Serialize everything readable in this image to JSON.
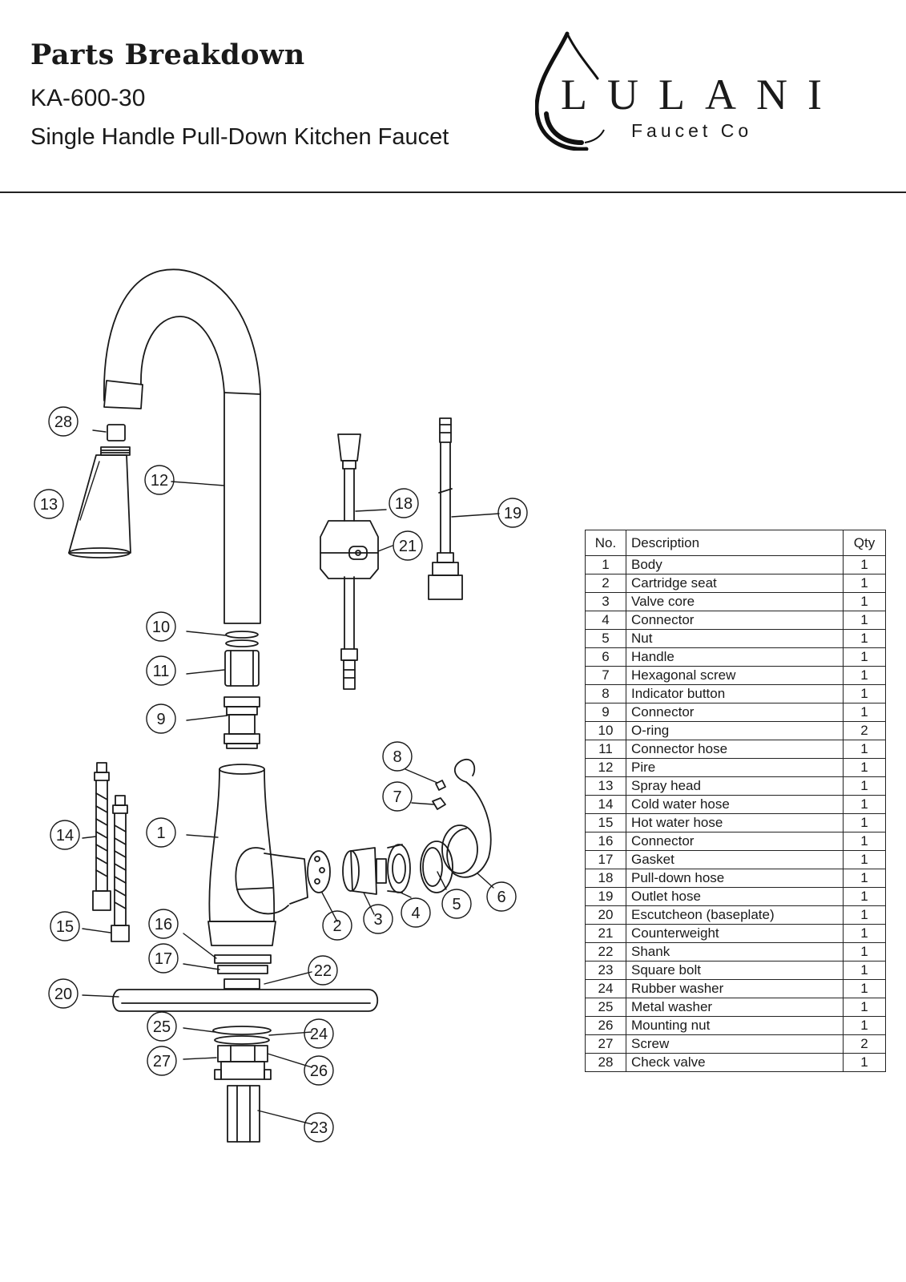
{
  "header": {
    "title": "Parts Breakdown",
    "model": "KA-600-30",
    "subtitle": "Single Handle Pull-Down Kitchen Faucet"
  },
  "logo": {
    "brand": "LULANI",
    "tagline": "Faucet Co",
    "icon": "water-drop-icon"
  },
  "table": {
    "headers": {
      "no": "No.",
      "description": "Description",
      "qty": "Qty"
    },
    "rows": [
      {
        "no": "1",
        "description": "Body",
        "qty": "1"
      },
      {
        "no": "2",
        "description": "Cartridge seat",
        "qty": "1"
      },
      {
        "no": "3",
        "description": "Valve core",
        "qty": "1"
      },
      {
        "no": "4",
        "description": "Connector",
        "qty": "1"
      },
      {
        "no": "5",
        "description": "Nut",
        "qty": "1"
      },
      {
        "no": "6",
        "description": "Handle",
        "qty": "1"
      },
      {
        "no": "7",
        "description": "Hexagonal screw",
        "qty": "1"
      },
      {
        "no": "8",
        "description": "Indicator button",
        "qty": "1"
      },
      {
        "no": "9",
        "description": "Connector",
        "qty": "1"
      },
      {
        "no": "10",
        "description": "O-ring",
        "qty": "2"
      },
      {
        "no": "11",
        "description": "Connector hose",
        "qty": "1"
      },
      {
        "no": "12",
        "description": "Pire",
        "qty": "1"
      },
      {
        "no": "13",
        "description": "Spray head",
        "qty": "1"
      },
      {
        "no": "14",
        "description": "Cold water hose",
        "qty": "1"
      },
      {
        "no": "15",
        "description": "Hot water hose",
        "qty": "1"
      },
      {
        "no": "16",
        "description": "Connector",
        "qty": "1"
      },
      {
        "no": "17",
        "description": "Gasket",
        "qty": "1"
      },
      {
        "no": "18",
        "description": "Pull-down hose",
        "qty": "1"
      },
      {
        "no": "19",
        "description": "Outlet hose",
        "qty": "1"
      },
      {
        "no": "20",
        "description": "Escutcheon (baseplate)",
        "qty": "1"
      },
      {
        "no": "21",
        "description": "Counterweight",
        "qty": "1"
      },
      {
        "no": "22",
        "description": "Shank",
        "qty": "1"
      },
      {
        "no": "23",
        "description": "Square bolt",
        "qty": "1"
      },
      {
        "no": "24",
        "description": "Rubber washer",
        "qty": "1"
      },
      {
        "no": "25",
        "description": "Metal washer",
        "qty": "1"
      },
      {
        "no": "26",
        "description": "Mounting nut",
        "qty": "1"
      },
      {
        "no": "27",
        "description": "Screw",
        "qty": "2"
      },
      {
        "no": "28",
        "description": "Check valve",
        "qty": "1"
      }
    ]
  },
  "callouts": [
    "1",
    "2",
    "3",
    "4",
    "5",
    "6",
    "7",
    "8",
    "9",
    "10",
    "11",
    "12",
    "13",
    "14",
    "15",
    "16",
    "17",
    "18",
    "19",
    "20",
    "21",
    "22",
    "23",
    "24",
    "25",
    "26",
    "27",
    "28"
  ]
}
